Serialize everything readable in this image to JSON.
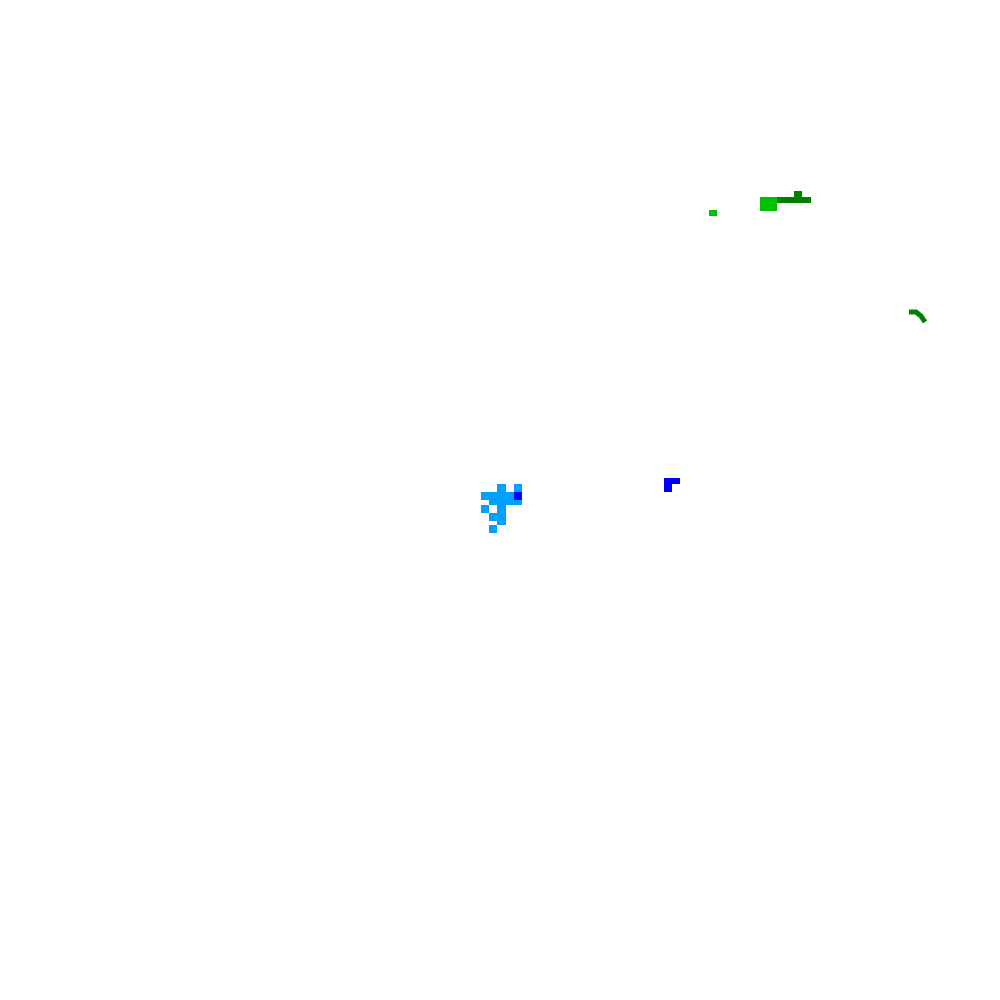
{
  "map": {
    "background_color": "#ffffff",
    "colors": {
      "light_green": "#00c000",
      "dark_green": "#008000",
      "sky_blue": "#00a0ff",
      "blue": "#0000ff"
    },
    "features": [
      {
        "name": "green-patch-small",
        "color_key": "light_green"
      },
      {
        "name": "green-patch-main",
        "color_key": "light_green"
      },
      {
        "name": "green-strip",
        "color_key": "dark_green"
      },
      {
        "name": "green-arc",
        "color_key": "dark_green"
      },
      {
        "name": "blue-cluster",
        "color_key": "sky_blue"
      },
      {
        "name": "blue-pixel-inner",
        "color_key": "blue"
      },
      {
        "name": "blue-corner-mark",
        "color_key": "blue"
      }
    ]
  }
}
